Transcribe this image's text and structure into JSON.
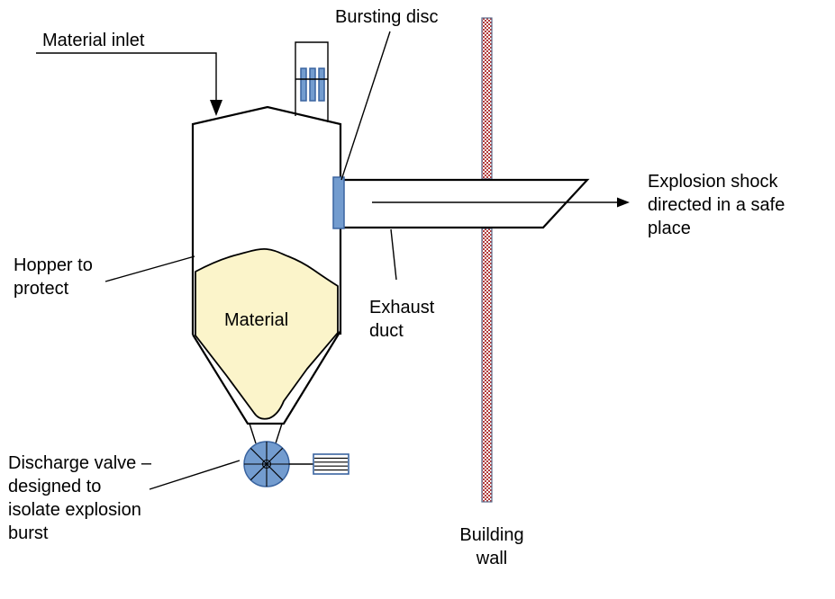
{
  "colors": {
    "component_blue": "#739CCF",
    "component_blue_border": "#3A64A0",
    "material_yellow": "#FBF4CA",
    "wall_hatch_red": "#B23B3B",
    "wall_border": "#5A6B8C",
    "diagram_line": "#000000"
  },
  "labels": {
    "material_inlet": "Material inlet",
    "bursting_disc": "Bursting disc",
    "explosion_shock": "Explosion shock\ndirected in a safe\nplace",
    "hopper_to_protect": "Hopper to\nprotect",
    "material": "Material",
    "exhaust_duct": "Exhaust\nduct",
    "discharge_valve": "Discharge valve –\ndesigned to\nisolate explosion\nburst",
    "building_wall": "Building\nwall"
  }
}
